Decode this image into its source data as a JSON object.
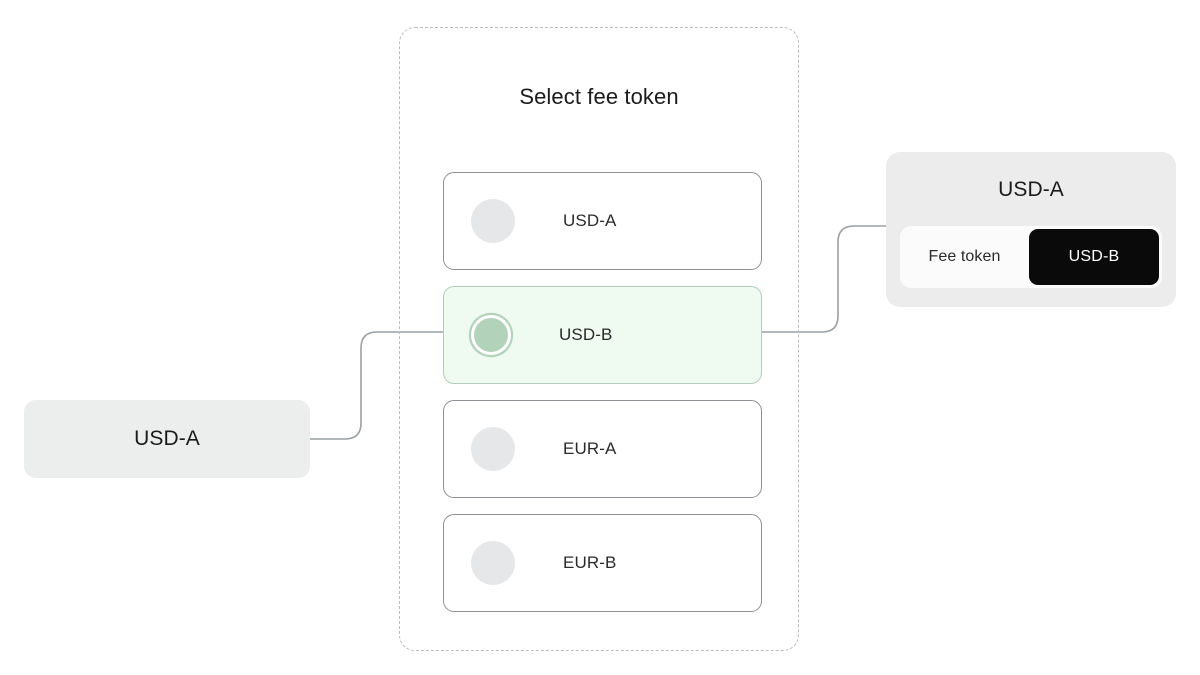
{
  "source": {
    "label": "USD-A"
  },
  "selector": {
    "title": "Select fee token",
    "tokens": [
      {
        "name": "USD-A",
        "selected": false
      },
      {
        "name": "USD-B",
        "selected": true
      },
      {
        "name": "EUR-A",
        "selected": false
      },
      {
        "name": "EUR-B",
        "selected": false
      }
    ]
  },
  "result": {
    "title": "USD-A",
    "fee_label": "Fee token",
    "fee_value": "USD-B"
  },
  "colors": {
    "selected_background": "#effaf1",
    "selected_accent": "#b2d3ba",
    "badge_background": "#0a0a0a",
    "chip_background": "#eceded",
    "connector_line": "#9aa0a4",
    "panel_border": "#b9bcbf"
  }
}
